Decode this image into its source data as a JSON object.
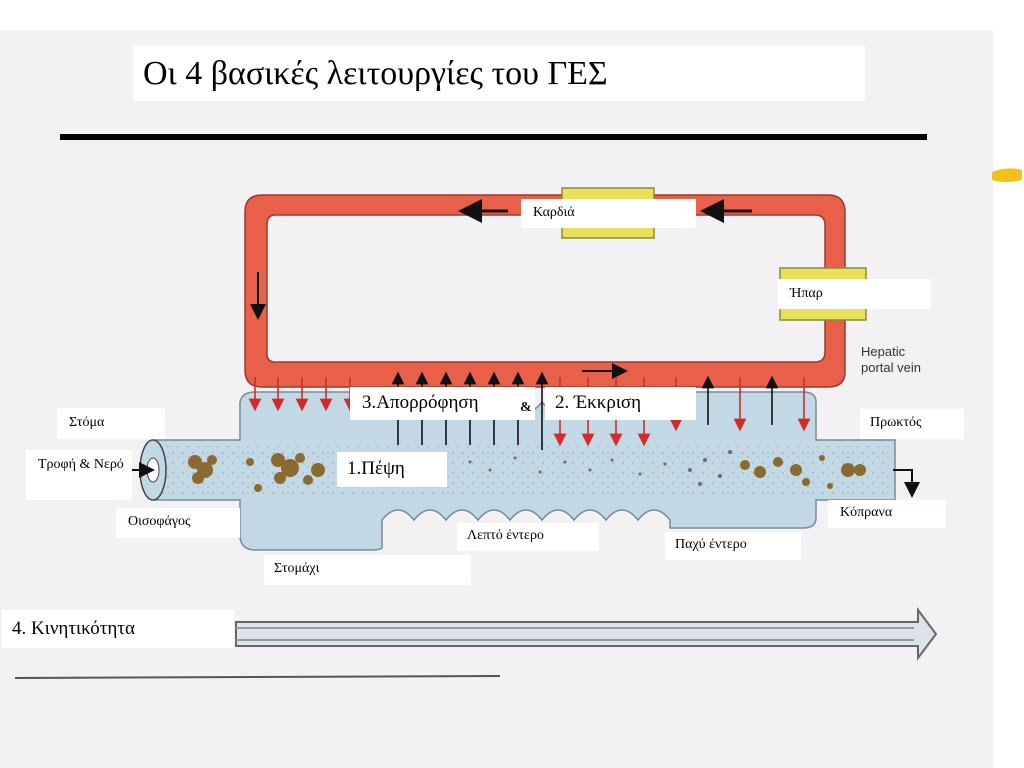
{
  "title": "Οι 4 βασικές λειτουργίες του ΓΕΣ",
  "labels": {
    "heart": "Καρδιά",
    "liver": "Ήπαρ",
    "portal_vein_line1": "Hepatic",
    "portal_vein_line2": "portal vein",
    "absorption": "3.Απορρόφηση",
    "ampersand": "&",
    "secretion": "2. Έκκριση",
    "digestion": "1.Πέψη",
    "mouth": "Στόμα",
    "food_water": "Τροφή & Νερό",
    "esophagus": "Οισοφάγος",
    "stomach": "Στομάχι",
    "small_intestine": "Λεπτό έντερο",
    "large_intestine": "Παχύ έντερο",
    "rectum": "Πρωκτός",
    "feces": "Κόπρανα",
    "motility": "4. Κινητικότητα"
  },
  "colors": {
    "vessel": "#e8604a",
    "organ": "#e8e05a",
    "gut": "#c2d8e4",
    "food": "#8a6a2e",
    "arrow_red": "#d42a2a"
  }
}
